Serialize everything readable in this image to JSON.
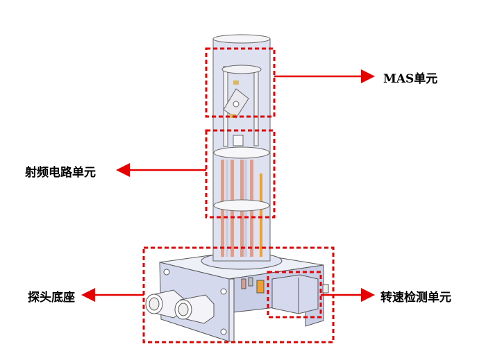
{
  "labels": {
    "mas": "MAS单元",
    "rf": "射频电路单元",
    "base": "探头底座",
    "speed": "转速检测单元"
  },
  "colors": {
    "annotation": "#e60000",
    "body": "#d6dcef",
    "copper": "#d9a08f",
    "orange": "#f0a030"
  }
}
